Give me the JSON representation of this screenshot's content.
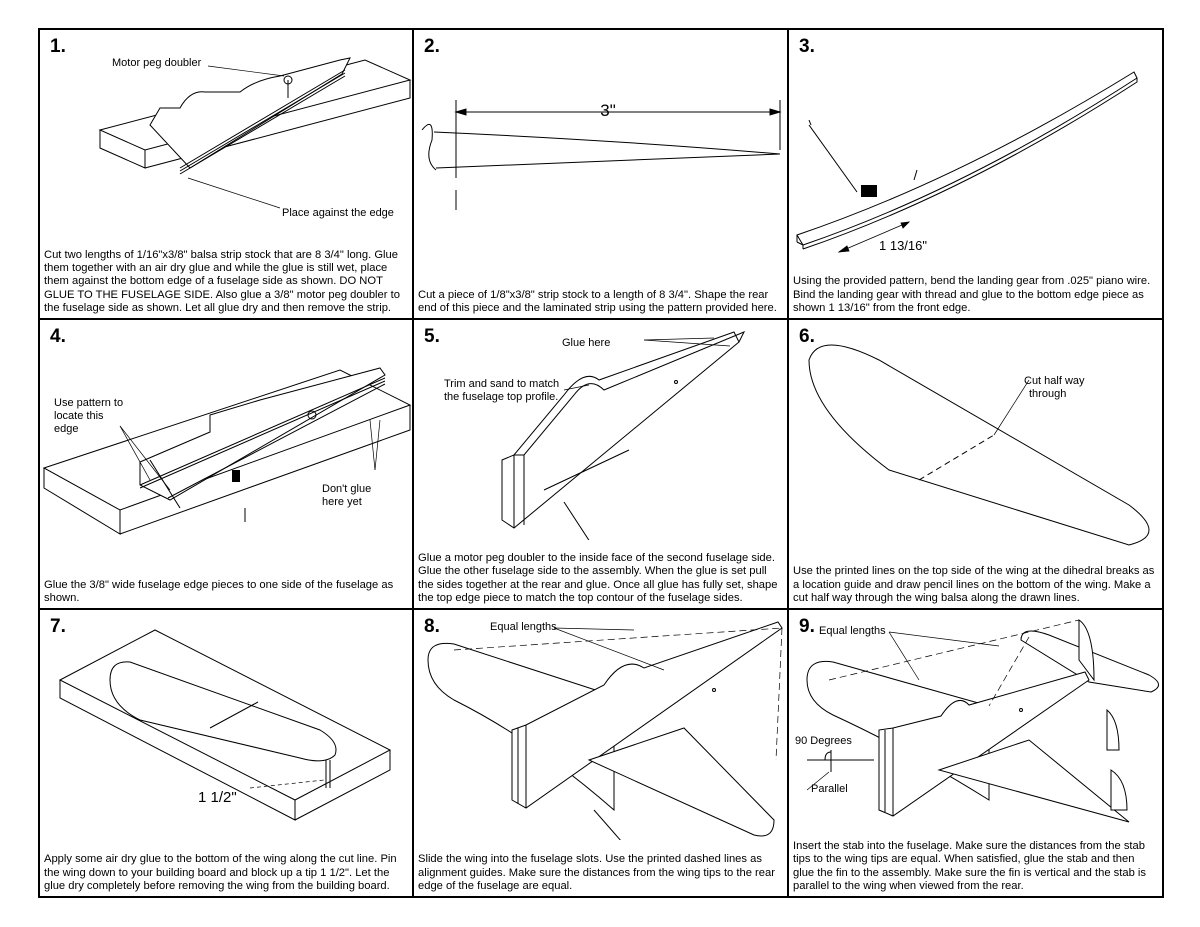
{
  "steps": [
    {
      "num": "1.",
      "labels": {
        "motor_peg": "Motor peg doubler",
        "edge": "Place against the edge"
      },
      "caption": "Cut two lengths of 1/16\"x3/8\" balsa strip stock that are 8 3/4\" long. Glue them together with an air dry glue and while the glue is still wet, place them against the bottom edge of a fuselage side as shown. DO NOT GLUE TO THE FUSELAGE SIDE. Also glue a 3/8\" motor peg doubler to the fuselage side as shown. Let all glue dry and then remove the strip."
    },
    {
      "num": "2.",
      "labels": {
        "dim": "3\""
      },
      "caption": "Cut a piece of 1/8\"x3/8\" strip stock to a length of 8 3/4\". Shape the rear end of this piece and the laminated strip using the pattern provided here."
    },
    {
      "num": "3.",
      "labels": {
        "dim": "1 13/16\""
      },
      "caption": "Using the provided pattern, bend the landing gear from .025\" piano wire. Bind the landing gear with thread and glue to the bottom edge piece as shown 1 13/16\" from the front edge."
    },
    {
      "num": "4.",
      "labels": {
        "pattern_1": "Use pattern to",
        "pattern_2": "locate this",
        "pattern_3": "edge",
        "dont_1": "Don't glue",
        "dont_2": "here yet"
      },
      "caption": "Glue the 3/8\" wide fuselage edge pieces to one side of the fuselage as shown."
    },
    {
      "num": "5.",
      "labels": {
        "glue": "Glue here",
        "trim_1": "Trim and sand to match",
        "trim_2": "the fuselage top profile."
      },
      "caption": "Glue a motor peg doubler to the inside face of the second fuselage side. Glue the other fuselage side to the assembly. When the glue is set pull the sides together at the rear and glue. Once all glue has fully set, shape the top edge piece to match the top contour of the fuselage sides."
    },
    {
      "num": "6.",
      "labels": {
        "cut_1": "Cut half way",
        "cut_2": "through"
      },
      "caption": "Use the printed lines on the top side of the wing at the dihedral breaks as a location guide and draw pencil lines on the bottom of the wing. Make a cut half way through the wing balsa along the drawn lines."
    },
    {
      "num": "7.",
      "labels": {
        "dim": "1 1/2\""
      },
      "caption": "Apply some air dry glue to the bottom of the wing along the cut line. Pin the wing down to your building board and block up a tip 1 1/2\". Let the glue dry completely before removing the wing from the building board."
    },
    {
      "num": "8.",
      "labels": {
        "equal": "Equal lengths"
      },
      "caption": "Slide the wing into the fuselage slots. Use the printed dashed lines as alignment guides. Make sure the distances from the wing tips to the rear edge of the fuselage are equal."
    },
    {
      "num": "9.",
      "labels": {
        "equal": "Equal lengths",
        "deg": "90 Degrees",
        "parallel": "Parallel"
      },
      "caption": "Insert the stab into the fuselage. Make sure the distances from the stab tips to the wing tips are equal. When satisfied, glue the stab and then glue the fin to the assembly. Make sure the fin is vertical and the stab is parallel to the wing when viewed from the rear."
    }
  ]
}
